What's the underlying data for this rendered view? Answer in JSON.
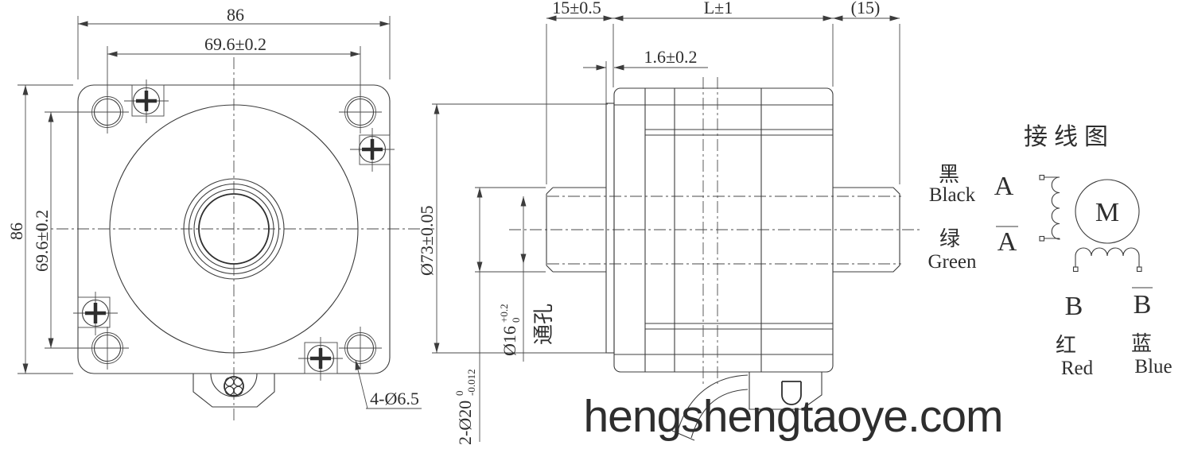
{
  "watermark": "hengshengtaoye.com",
  "front_view": {
    "dim_width_top": "86",
    "dim_hole_spacing_top": "69.6±0.2",
    "dim_height_left": "86",
    "dim_hole_spacing_left": "69.6±0.2",
    "dim_mount_holes": "4-Ø6.5"
  },
  "side_view": {
    "dim_front_shaft": "15±0.5",
    "dim_body_length": "L±1",
    "dim_rear_shaft": "(15)",
    "dim_pilot_thickness": "1.6±0.2",
    "dim_pilot_dia": "Ø73±0.05",
    "dim_shafts": "2-Ø20",
    "dim_shafts_tol_upper": "0",
    "dim_shafts_tol_lower": "-0.012",
    "dim_bore": "Ø16",
    "dim_bore_tol_upper": "+0.2",
    "dim_bore_tol_lower": "0",
    "bore_note": "通孔"
  },
  "wiring_diagram": {
    "title": "接线图",
    "motor_label": "M",
    "phase_a": {
      "color_cn": "黑",
      "color_en": "Black",
      "terminal": "A"
    },
    "phase_a_bar": {
      "color_cn": "绿",
      "color_en": "Green",
      "terminal": "A"
    },
    "phase_b": {
      "color_cn": "红",
      "color_en": "Red",
      "terminal": "B"
    },
    "phase_b_bar": {
      "color_cn": "蓝",
      "color_en": "Blue",
      "terminal": "B"
    }
  }
}
